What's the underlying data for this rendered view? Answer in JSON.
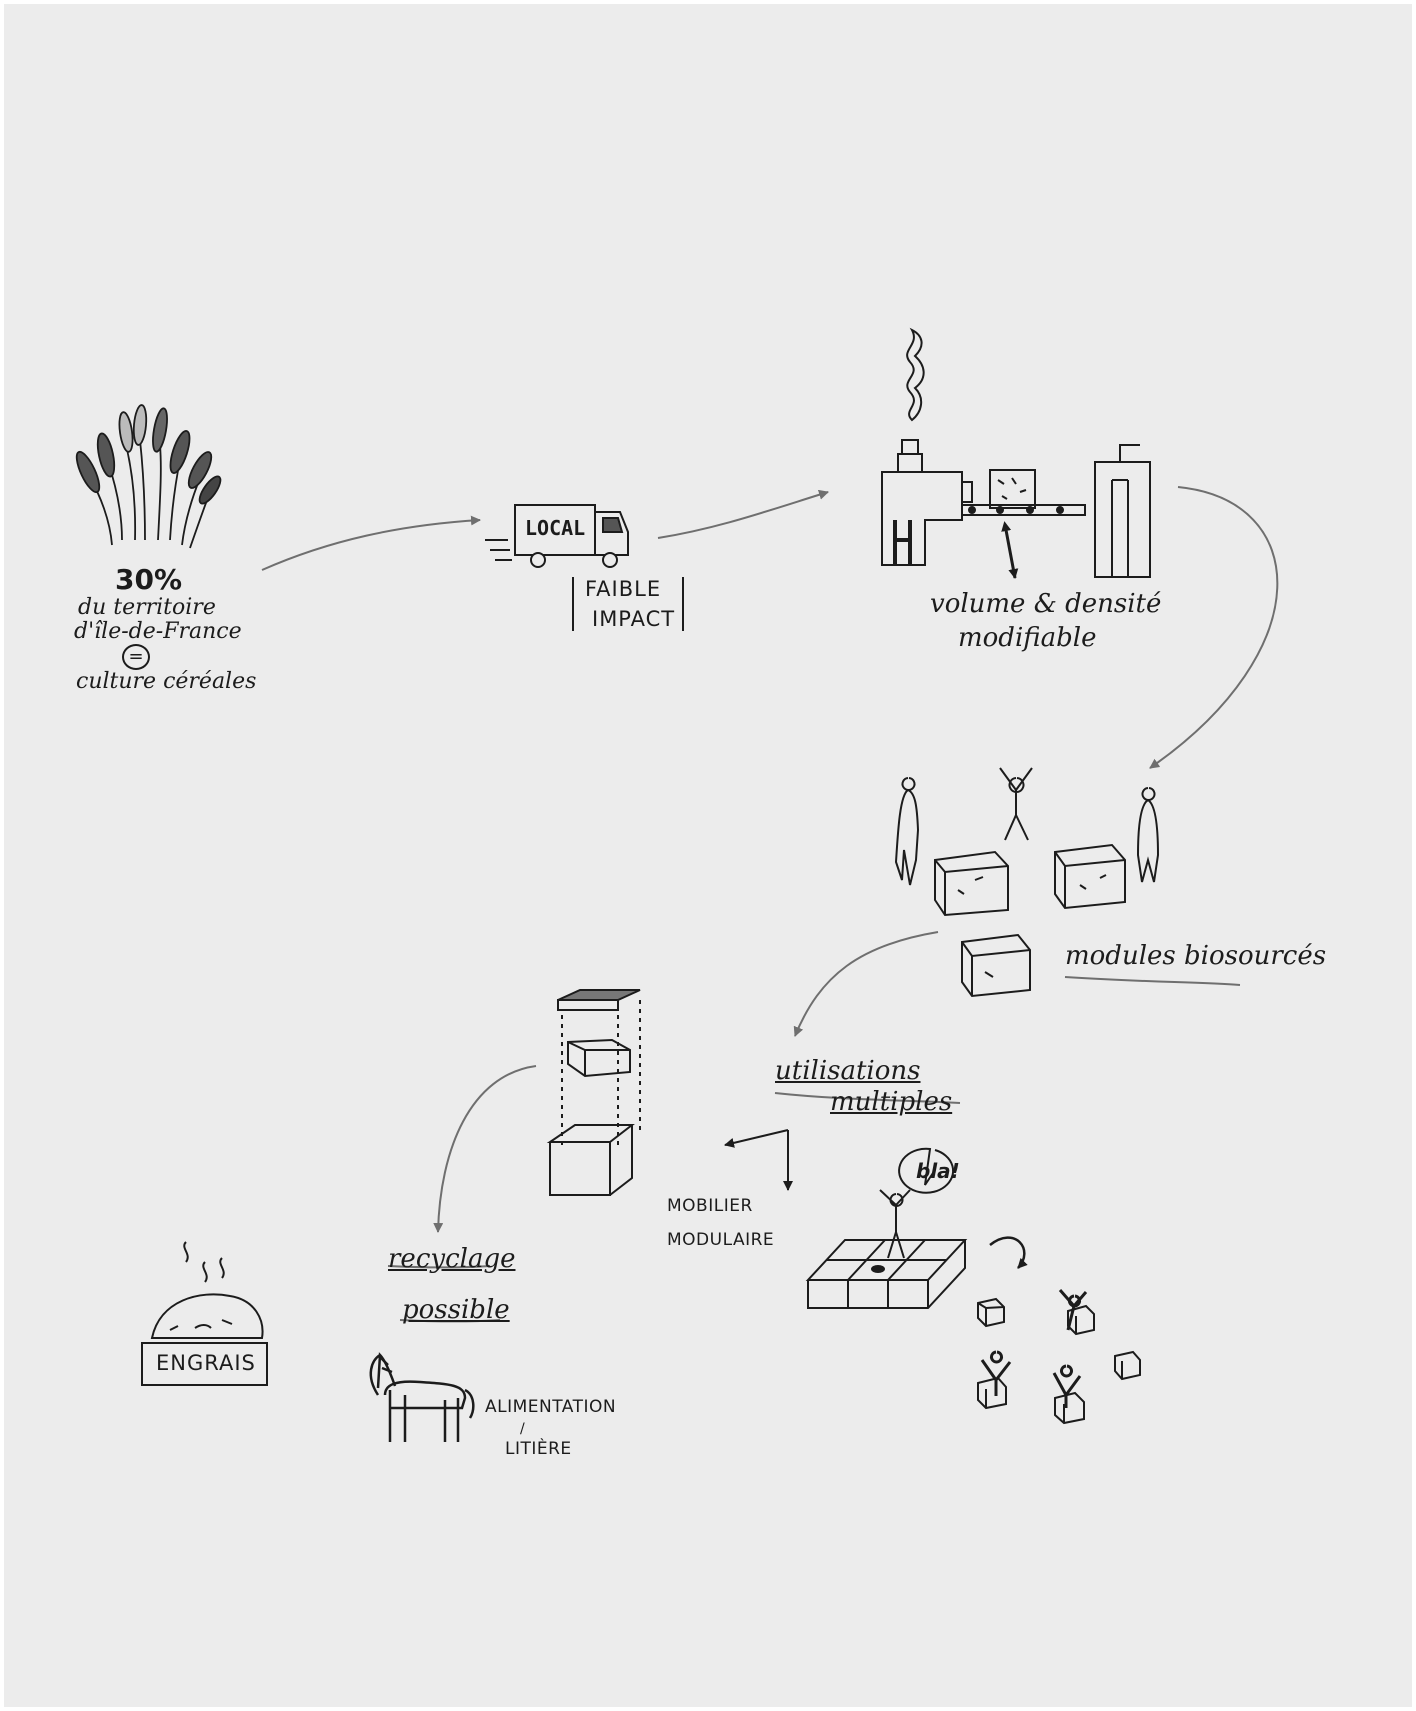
{
  "colors": {
    "sheet": "#ececec",
    "ink": "#1c1c1c",
    "arrow": "#6f6f6f"
  },
  "labels": {
    "stat_percent": "30%",
    "stat_line1": "du territoire",
    "stat_line2": "d'île-de-France",
    "stat_equals": "=",
    "stat_line3": "culture céréales",
    "truck_sign": "LOCAL",
    "impact_line1": "FAIBLE",
    "impact_line2": "IMPACT",
    "machine_line1": "volume & densité",
    "machine_line2": "modifiable",
    "modules": "modules biosourcés",
    "uses_line1": "utilisations",
    "uses_line2": "multiples",
    "speech": "bla!",
    "furniture_line1": "MOBILIER",
    "furniture_line2": "MODULAIRE",
    "recycle_line1": "recyclage",
    "recycle_line2": "possible",
    "fertilizer": "ENGRAIS",
    "feed_line1": "ALIMENTATION",
    "feed_sep": "/",
    "feed_line2": "LITIÈRE"
  },
  "icons": [
    "wheat-icon",
    "truck-icon",
    "baling-machine-icon",
    "smoke-icon",
    "double-arrow-icon",
    "person-icon",
    "straw-bale-icon",
    "module-stack-icon",
    "platform-icon",
    "horse-icon",
    "compost-icon",
    "rotate-arrow-icon"
  ]
}
